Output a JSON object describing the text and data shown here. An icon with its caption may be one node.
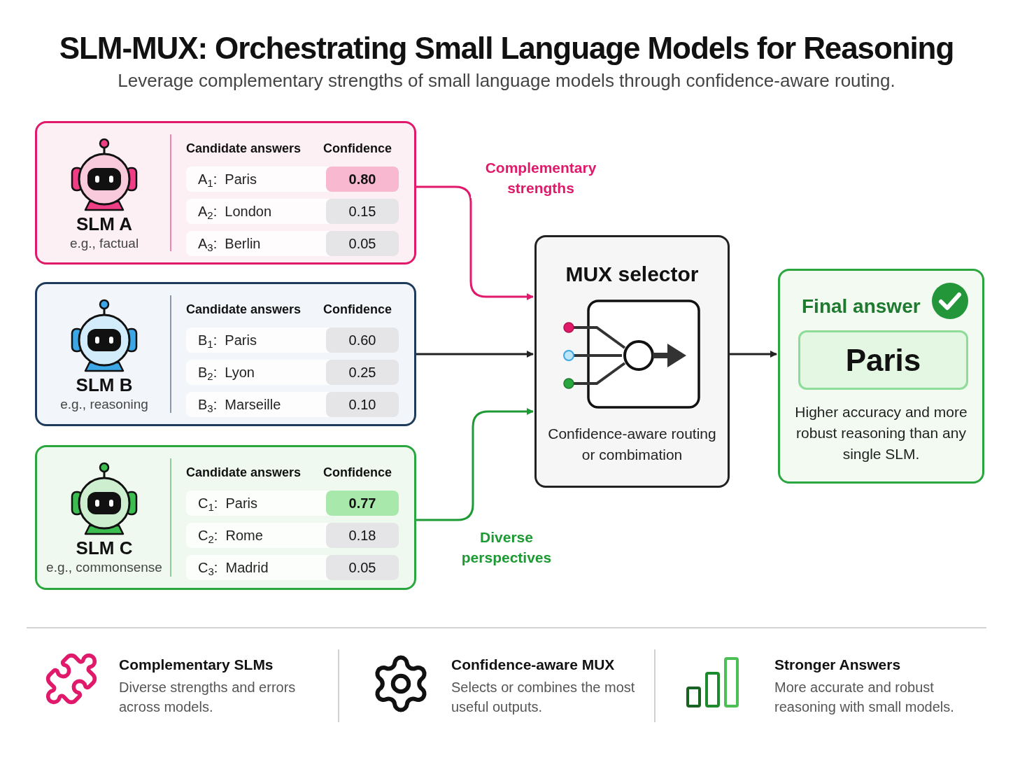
{
  "diagram": {
    "title": "SLM-MUX: Orchestrating Small Language Models for Reasoning",
    "nodes": [
      {
        "text": [
          "SLM A",
          "e.g., factual",
          "Candidate answers",
          "Confidence",
          "A$_{1}$:  Paris",
          "0.80",
          "A$_{2}$:  London",
          "0.15",
          "A$_{3}$:  Berlin",
          "0.05"
        ]
      },
      {
        "text": [
          "SLM B",
          "e.g., reasoning",
          "Candidate answers",
          "Confidence",
          "B$_{1}$:  Paris",
          "0.60",
          "B$_{2}$:  Lyon",
          "0.25",
          "B$_{3}$:  Marseille",
          "0.10"
        ]
      },
      {
        "text": [
          "SLM C",
          "e.g., commonsense",
          "Candidate answers",
          "Confidence",
          "C$_{1}$:  Paris",
          "0.77",
          "C$_{2}$:  Rome",
          "0.18",
          "C$_{3}$:  Madrid",
          "0.05"
        ]
      },
      {
        "text": [
          "MUX selector",
          "Confidence-aware routing or combimation"
        ]
      },
      {
        "text": [
          "Final answer",
          "Higher accuracy and more robust reasoning than any single SLM."
        ]
      },
      {
        "text": [
          "Paris"
        ],
        "in": 4
      }
    ],
    "edges": [
      {
        "from": 0,
        "to": 3,
        "arrow": "to",
        "label": "Complementary strengths",
        "color": "#e0196b"
      },
      {
        "from": 1,
        "to": 3,
        "arrow": "to"
      },
      {
        "from": 2,
        "to": 3,
        "arrow": "to",
        "label": "Diverse perspectives",
        "color": "#1e9a34"
      },
      {
        "from": 3,
        "to": 4,
        "arrow": "to"
      }
    ],
    "labels": [
      "Leverage complementary strengths of small language models through confidence-aware routing.",
      "Complementary SLMs",
      "Diverse strengths and errors across models.",
      "Confidence-aware MUX",
      "Selects or combines the most useful outputs.",
      "Stronger Answers",
      "More accurate and robust reasoning with small models."
    ]
  }
}
